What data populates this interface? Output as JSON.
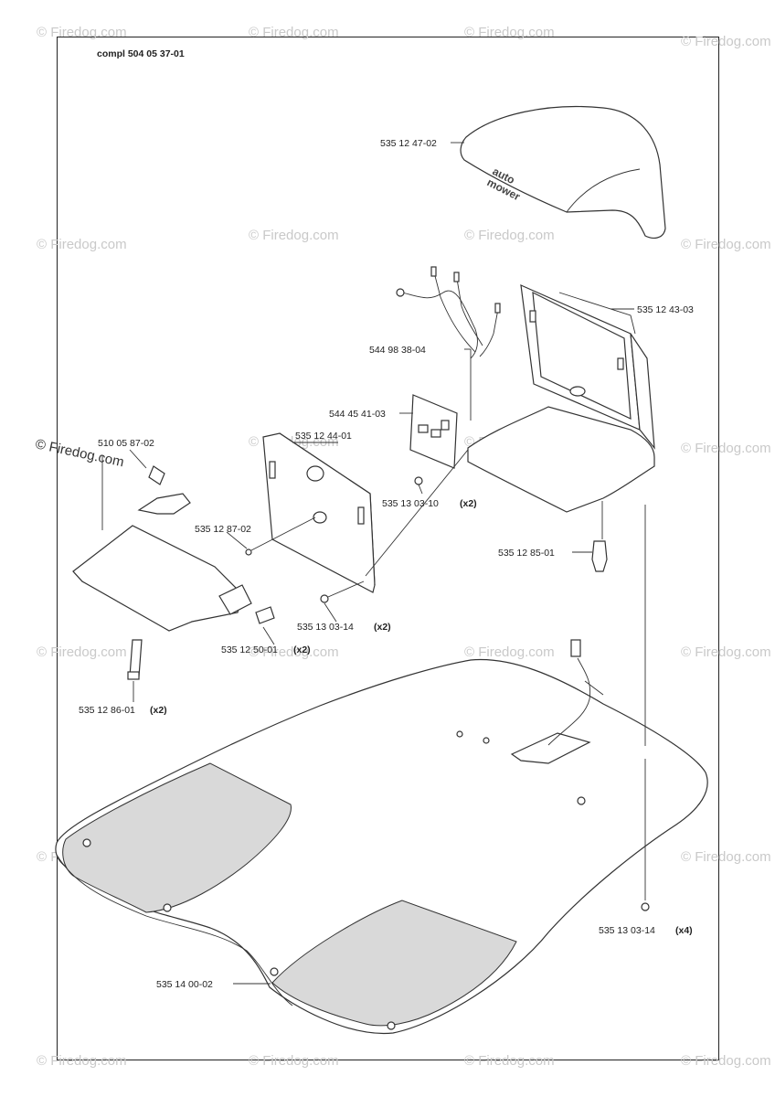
{
  "assembly": {
    "compl_label": "compl 504 05 37-01"
  },
  "parts": {
    "cover": {
      "number": "535 12 47-02",
      "logo_line1": "auto",
      "logo_line2": "mower"
    },
    "housing": {
      "number": "535 12 43-03"
    },
    "cable_harness": {
      "number": "544 98 38-04"
    },
    "circuit_board": {
      "number": "544 45 41-03"
    },
    "board_screw": {
      "number": "535 13 03-10",
      "qty": "(x2)"
    },
    "connector": {
      "number": "535 12 85-01"
    },
    "plate": {
      "number": "535 12 44-01"
    },
    "bracket": {
      "number": "510 05 87-02"
    },
    "pin": {
      "number": "535 12 87-02"
    },
    "plate_screw": {
      "number": "535 13 03-14",
      "qty": "(x2)"
    },
    "contact": {
      "number": "535 12 50-01",
      "qty": "(x2)"
    },
    "strap": {
      "number": "535 12 86-01",
      "qty": "(x2)"
    },
    "base_screw": {
      "number": "535 13 03-14",
      "qty": "(x4)"
    },
    "base_plate": {
      "number": "535 14 00-02"
    }
  },
  "watermark": {
    "text": "© Firedog.com"
  }
}
